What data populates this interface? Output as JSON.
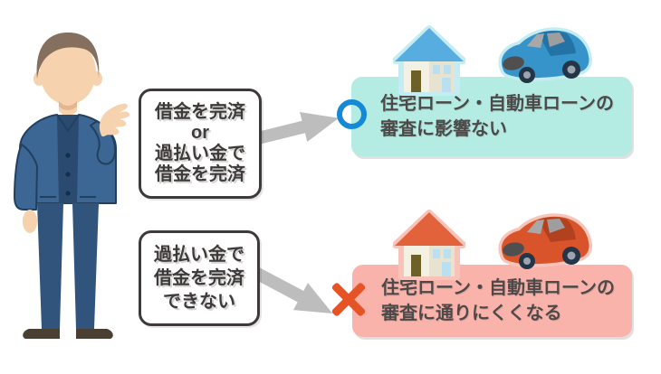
{
  "illustration": {
    "person": "businessman-icon"
  },
  "cases": [
    {
      "id": "ok",
      "condition_lines": [
        "借金を完済",
        "or",
        "過払い金で",
        "借金を完済"
      ],
      "mark": "circle",
      "result_lines": [
        "住宅ローン・自動車ローンの",
        "審査に影響ない"
      ],
      "icons": [
        "house-icon",
        "car-icon"
      ]
    },
    {
      "id": "ng",
      "condition_lines": [
        "過払い金で",
        "借金を完済",
        "できない"
      ],
      "mark": "cross",
      "result_lines": [
        "住宅ローン・自動車ローンの",
        "審査に通りにくくなる"
      ],
      "icons": [
        "house-icon",
        "car-icon"
      ]
    }
  ],
  "colors": {
    "background": "#ffffff",
    "condition-border": "#3e3a39",
    "condition-text": "#3e3a39",
    "arrow": "#bdbdbd",
    "ok-box": "#b4ebe2",
    "ok-mark": "#1389d8",
    "ok-halo": "#c3edf3",
    "ok-roof": "#57ace0",
    "ok-vehicle": "#3794cb",
    "ng-box": "#f9b3ab",
    "ng-mark": "#e65426",
    "ng-halo": "#f8c3b9",
    "ng-roof": "#e2623c",
    "ng-vehicle": "#d9542a",
    "result-text": "#4c4948",
    "suit": "#3c6694",
    "suit-dark": "#2b4a70",
    "tie": "#b22733",
    "skin": "#f6d2ae",
    "hair": "#85705f"
  }
}
